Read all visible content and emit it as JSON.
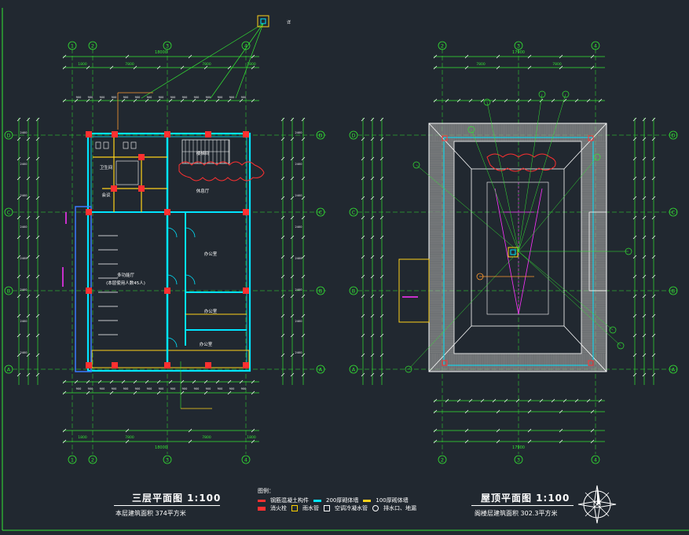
{
  "drawing": {
    "background": "#212830",
    "colors": {
      "dim": "#33e633",
      "wall": "#00e5ff",
      "column": "#ff3030",
      "gold": "#ffd21a",
      "magenta": "#ff33ff",
      "orange": "#ff9a30",
      "white": "#ffffff",
      "blue": "#3a7bff",
      "roof": "#a8a8a8"
    },
    "floor_plan": {
      "title": "三层平面图 1:100",
      "area_note": "本层建筑面积 374平方米",
      "axes_numeric": [
        "1",
        "2",
        "3",
        "4"
      ],
      "axes_alpha": [
        "A",
        "B",
        "C",
        "D"
      ],
      "overall_dim": "18000",
      "span_dims": [
        "1800",
        "7800",
        "7800",
        "1800"
      ],
      "rooms": [
        {
          "label": "多功能厅"
        },
        {
          "label": "(本层使用人数45人)"
        },
        {
          "label": "办公室"
        },
        {
          "label": "办公室"
        },
        {
          "label": "办公室"
        },
        {
          "label": "休息厅"
        },
        {
          "label": "会议"
        },
        {
          "label": "卫生间"
        },
        {
          "label": "楼梯间"
        }
      ]
    },
    "roof_plan": {
      "title": "屋顶平面图 1:100",
      "area_note": "阁楼层建筑面积 302.3平方米",
      "axes_numeric": [
        "2",
        "3",
        "4"
      ],
      "axes_alpha": [
        "A",
        "B",
        "C",
        "D"
      ],
      "overall_dim": "17900",
      "span_dims": [
        "7800",
        "7800"
      ]
    },
    "legend": {
      "heading": "图例：",
      "items": [
        {
          "label": "钢筋混凝土构件",
          "color": "#ff3030"
        },
        {
          "label": "200厚砌体墙",
          "color": "#00e5ff"
        },
        {
          "label": "100厚砌体墙",
          "color": "#ffd21a"
        },
        {
          "label": "消火栓",
          "color": "#ff3030"
        },
        {
          "label": "雨水管",
          "color": "#ffffff"
        },
        {
          "label": "空调冷凝水管",
          "color": "#ffd21a"
        },
        {
          "label": "排水口、地漏",
          "color": "#ffffff"
        }
      ]
    }
  }
}
